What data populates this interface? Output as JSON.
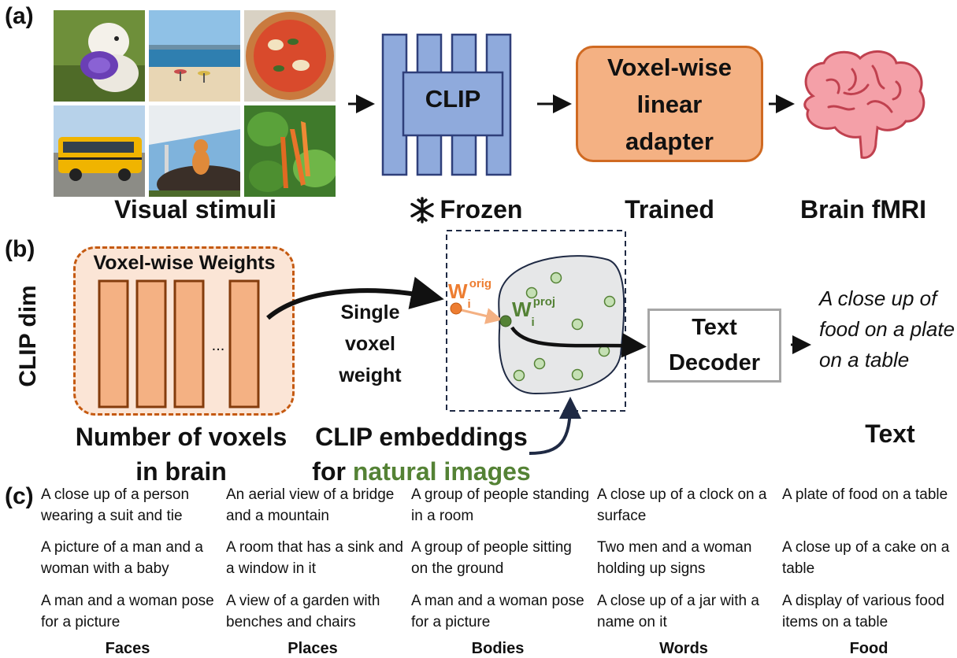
{
  "panels": {
    "a": "(a)",
    "b": "(b)",
    "c": "(c)"
  },
  "panel_a": {
    "visual_stimuli": "Visual stimuli",
    "clip": "CLIP",
    "frozen": "Frozen",
    "adapter": [
      "Voxel-wise",
      "linear",
      "adapter"
    ],
    "trained": "Trained",
    "brain_fmri": "Brain fMRI",
    "stimuli": [
      "dog with frisbee",
      "beach",
      "pizza",
      "school bus",
      "cat",
      "vegetables"
    ],
    "colors": {
      "clip_fill": "#8faadc",
      "clip_stroke": "#2f3f7a",
      "adapter_fill": "#f4b183",
      "adapter_stroke": "#d06a22",
      "brain": "#f4a0a8"
    }
  },
  "panel_b": {
    "voxel_weights": "Voxel-wise Weights",
    "clip_dim": "CLIP dim",
    "ellipsis": "...",
    "num_voxels": [
      "Number of voxels",
      "in brain"
    ],
    "single_voxel": [
      "Single",
      "voxel weight"
    ],
    "w_orig_base": "W",
    "w_orig_sub": "i",
    "w_orig_sup": "orig",
    "w_proj_base": "W",
    "w_proj_sub": "i",
    "w_proj_sup": "proj",
    "text_decoder": [
      "Text",
      "Decoder"
    ],
    "output_text": "A close up of food on a plate on a table",
    "text_label": "Text",
    "clip_embeddings": "CLIP embeddings",
    "for_word": "for",
    "natural_images": "natural images",
    "colors": {
      "orig": "#ed7d31",
      "proj": "#548235",
      "natural": "#548235",
      "region_fill": "#e6e7e8",
      "point_fill": "#c5e0b4"
    }
  },
  "panel_c": {
    "columns": [
      {
        "title": "Faces",
        "captions": [
          "A close up of a person wearing a suit and tie",
          "A picture of a man and a woman with a baby",
          "A man and a woman pose for a picture"
        ]
      },
      {
        "title": "Places",
        "captions": [
          "An aerial view of a bridge and a mountain",
          "A room that has a sink and a window in it",
          "A view of a garden with benches and chairs"
        ]
      },
      {
        "title": "Bodies",
        "captions": [
          "A group of people standing in a room",
          "A group of people sitting on the ground",
          "A man and a woman pose for a picture"
        ]
      },
      {
        "title": "Words",
        "captions": [
          "A close up of a clock on a surface",
          "Two men and a woman holding up signs",
          "A close up of a jar with a name on it"
        ]
      },
      {
        "title": "Food",
        "captions": [
          "A plate of food on a table",
          "A close up of a cake on a table",
          "A display of various food items on a table"
        ]
      }
    ]
  }
}
